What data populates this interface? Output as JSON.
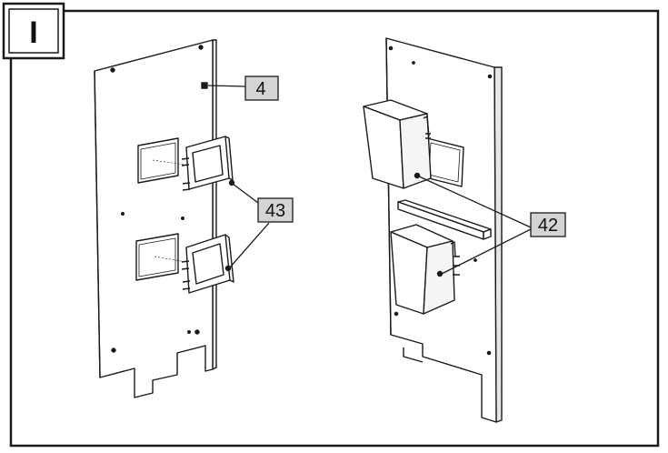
{
  "step": {
    "label": "I"
  },
  "callouts": [
    {
      "id": "part-4",
      "label": "4"
    },
    {
      "id": "part-43",
      "label": "43"
    },
    {
      "id": "part-42",
      "label": "42"
    }
  ],
  "colors": {
    "line": "#1a1a1a",
    "callout_fill": "#d4d4d4",
    "panel_fill": "#ffffff"
  }
}
